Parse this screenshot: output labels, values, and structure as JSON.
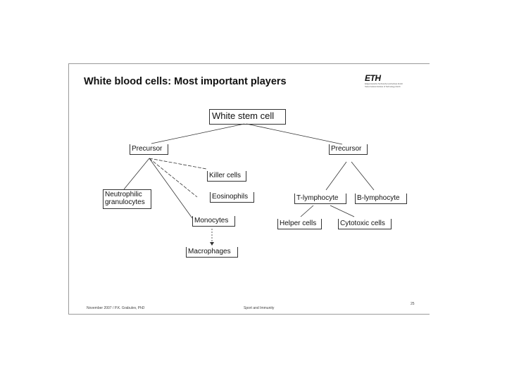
{
  "slide": {
    "title": "White blood cells: Most important players",
    "logo": {
      "mark": "ETH",
      "line1": "Eidgenössische Technische Hochschule Zürich",
      "line2": "Swiss Federal Institute of Technology Zurich"
    },
    "footer": {
      "left": "November 2007 / P.K. Grabulev, PhD",
      "center": "Sport and Immunity",
      "page": "25"
    }
  },
  "diagram": {
    "root": "White stem cell",
    "precursor_left": "Precursor",
    "precursor_right": "Precursor",
    "killer": "Killer cells",
    "eosinophils": "Eosinophils",
    "neutrophilic": "Neutrophilic",
    "granulocytes": "granulocytes",
    "monocytes": "Monocytes",
    "macrophages": "Macrophages",
    "t_lymphocyte": "T-lymphocyte",
    "b_lymphocyte": "B-lymphocyte",
    "helper": "Helper cells",
    "cytotoxic": "Cytotoxic cells"
  }
}
